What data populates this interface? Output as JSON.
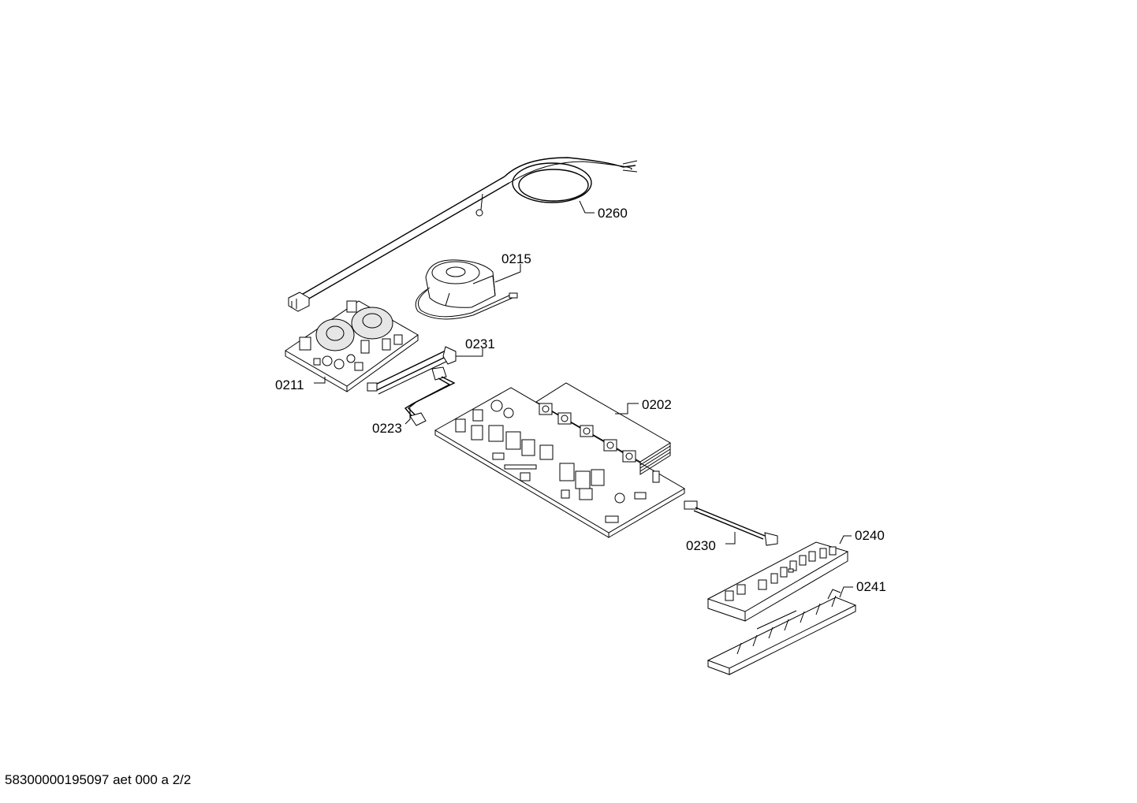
{
  "parts": {
    "p0260": "0260",
    "p0215": "0215",
    "p0231": "0231",
    "p0211": "0211",
    "p0223": "0223",
    "p0202": "0202",
    "p0230": "0230",
    "p0240": "0240",
    "p0241": "0241"
  },
  "footer": "58300000195097 aet 000 a 2/2"
}
